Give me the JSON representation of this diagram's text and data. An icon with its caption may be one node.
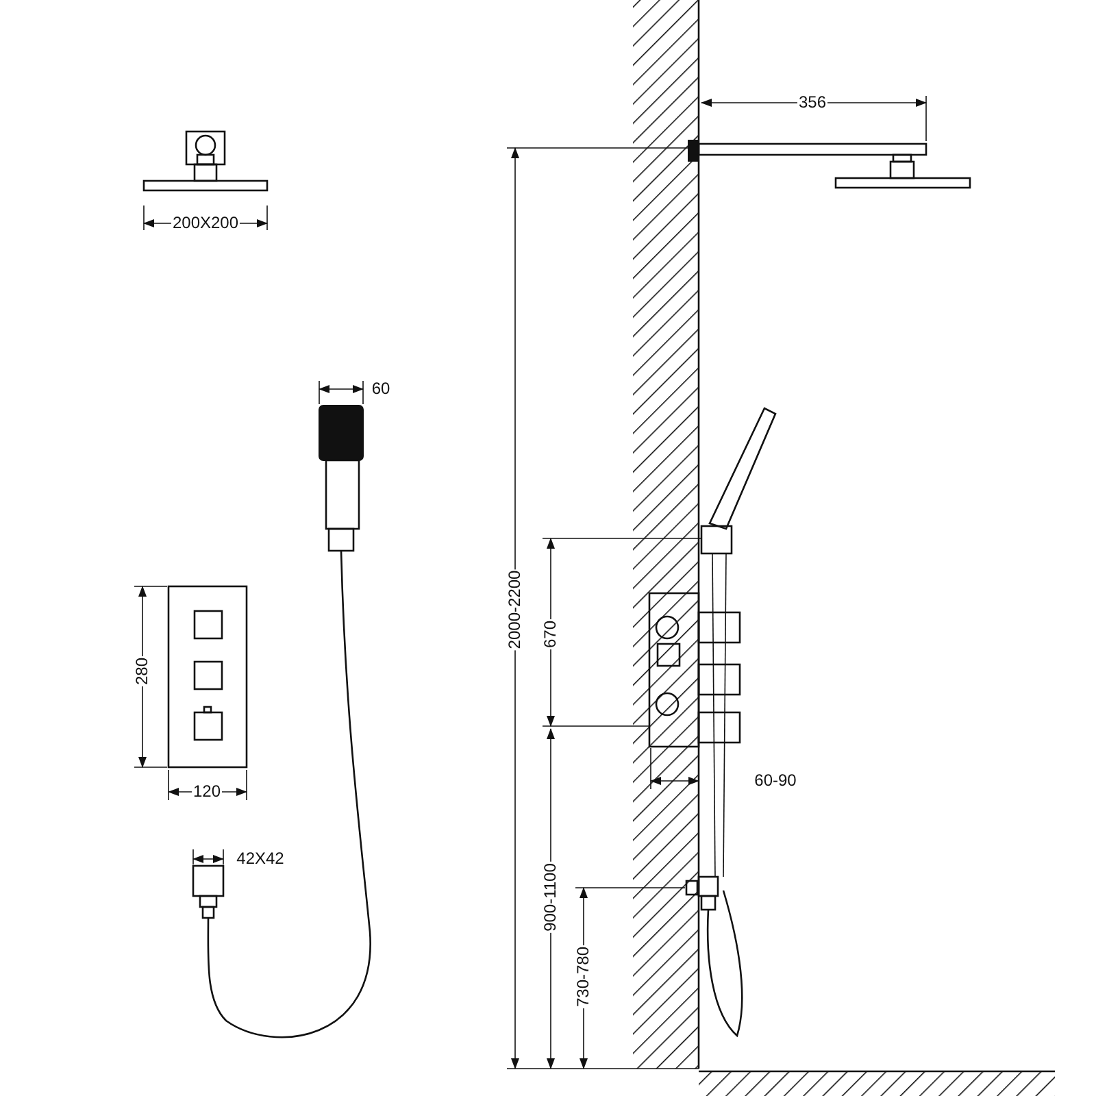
{
  "diagram": {
    "labels": [
      "200X200",
      "356",
      "60",
      "2000-2200",
      "670",
      "280",
      "60-90",
      "120",
      "42X42",
      "900-1100",
      "730-780"
    ]
  }
}
